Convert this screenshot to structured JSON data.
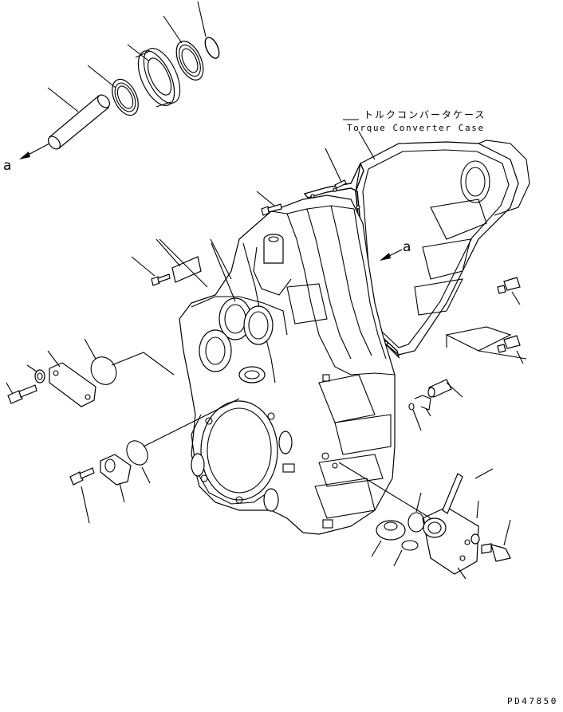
{
  "labels": {
    "japanese_title": "トルクコンバータケース",
    "english_title": "Torque Converter Case",
    "arrow_a_left": "a",
    "arrow_a_right": "a",
    "drawing_code": "PD47850"
  },
  "colors": {
    "line": "#000000",
    "background": "#ffffff"
  }
}
